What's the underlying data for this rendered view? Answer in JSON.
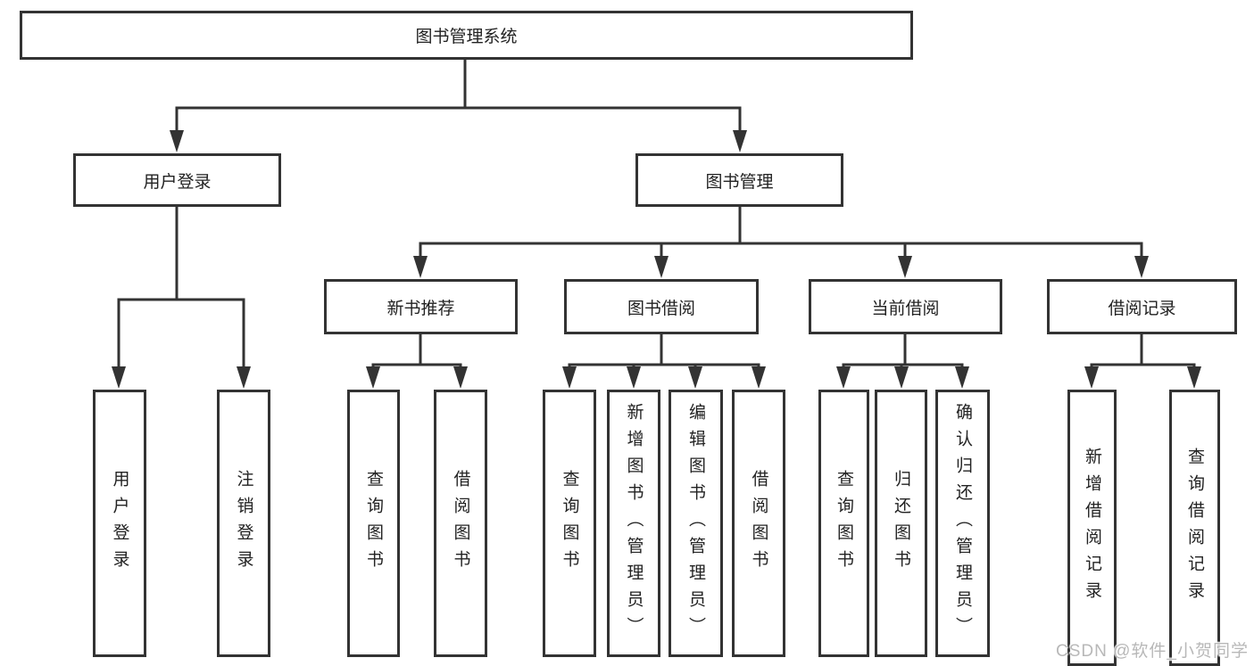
{
  "diagram": {
    "root": {
      "label": "图书管理系统"
    },
    "branches": [
      {
        "label": "用户登录",
        "children": [
          {
            "label": "用户登录"
          },
          {
            "label": "注销登录"
          }
        ]
      },
      {
        "label": "图书管理",
        "children": [
          {
            "label": "新书推荐",
            "children": [
              {
                "label": "查询图书"
              },
              {
                "label": "借阅图书"
              }
            ]
          },
          {
            "label": "图书借阅",
            "children": [
              {
                "label": "查询图书"
              },
              {
                "label": "新增图书（管理员）"
              },
              {
                "label": "编辑图书（管理员）"
              },
              {
                "label": "借阅图书"
              }
            ]
          },
          {
            "label": "当前借阅",
            "children": [
              {
                "label": "查询图书"
              },
              {
                "label": "归还图书"
              },
              {
                "label": "确认归还（管理员）"
              }
            ]
          },
          {
            "label": "借阅记录",
            "children": [
              {
                "label": "新增借阅记录"
              },
              {
                "label": "查询借阅记录"
              }
            ]
          }
        ]
      }
    ]
  },
  "watermark": {
    "text": "CSDN @软件_小贺同学",
    "color": "#b8b8b8"
  },
  "colors": {
    "line": "#333333",
    "text": "#222222",
    "background": "#ffffff"
  }
}
